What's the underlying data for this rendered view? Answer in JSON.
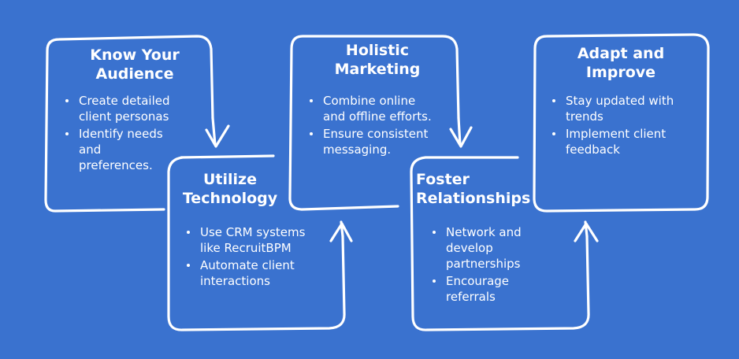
{
  "colors": {
    "background": "#3a72cf",
    "stroke": "#ffffff",
    "text": "#ffffff"
  },
  "steps": [
    {
      "title_lines": [
        "Know Your",
        "Audience"
      ],
      "bullets": [
        {
          "lines": [
            "Create detailed",
            "client personas"
          ]
        },
        {
          "lines": [
            "Identify needs",
            "and",
            "preferences."
          ]
        }
      ]
    },
    {
      "title_lines": [
        "Utilize",
        "Technology"
      ],
      "bullets": [
        {
          "lines": [
            "Use CRM systems",
            "like RecruitBPM"
          ]
        },
        {
          "lines": [
            "Automate client",
            "interactions"
          ]
        }
      ]
    },
    {
      "title_lines": [
        "Holistic",
        "Marketing"
      ],
      "bullets": [
        {
          "lines": [
            "Combine online",
            "and offline efforts."
          ]
        },
        {
          "lines": [
            "Ensure consistent",
            "messaging."
          ]
        }
      ]
    },
    {
      "title_lines": [
        "Foster",
        "Relationships"
      ],
      "bullets": [
        {
          "lines": [
            "Network and",
            "develop",
            "partnerships"
          ]
        },
        {
          "lines": [
            "Encourage",
            "referrals"
          ]
        }
      ]
    },
    {
      "title_lines": [
        "Adapt and",
        "Improve"
      ],
      "bullets": [
        {
          "lines": [
            "Stay updated with",
            "trends"
          ]
        },
        {
          "lines": [
            "Implement client",
            "feedback"
          ]
        }
      ]
    }
  ]
}
